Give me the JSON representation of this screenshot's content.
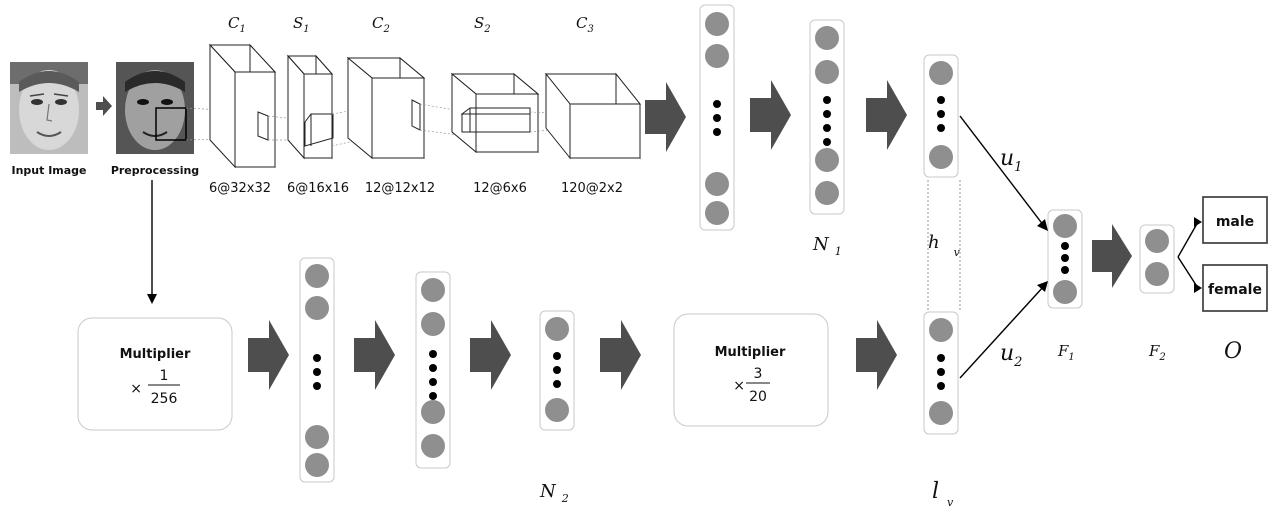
{
  "inputs": {
    "input_label": "Input Image",
    "preprocessing_label": "Preprocessing"
  },
  "layers": [
    {
      "letter": "C",
      "sub": "1",
      "dims": "6@32x32"
    },
    {
      "letter": "S",
      "sub": "1",
      "dims": "6@16x16"
    },
    {
      "letter": "C",
      "sub": "2",
      "dims": "12@12x12"
    },
    {
      "letter": "S",
      "sub": "2",
      "dims": "12@6x6"
    },
    {
      "letter": "C",
      "sub": "3",
      "dims": "120@2x2"
    }
  ],
  "multipliers": [
    {
      "label": "Multiplier",
      "prefix": "×",
      "num": "1",
      "den": "256"
    },
    {
      "label": "Multiplier",
      "prefix": "×",
      "num": "3",
      "den": "20"
    }
  ],
  "symbols": {
    "n1": {
      "base": "N",
      "sub": "1"
    },
    "n2": {
      "base": "N",
      "sub": "2"
    },
    "hv": {
      "base": "h",
      "sub": "v"
    },
    "lv": {
      "base": "l",
      "sub": "v"
    },
    "u1": {
      "base": "u",
      "sub": "1"
    },
    "u2": {
      "base": "u",
      "sub": "2"
    },
    "f1": {
      "base": "F",
      "sub": "1"
    },
    "f2": {
      "base": "F",
      "sub": "2"
    },
    "o": "O"
  },
  "outputs": [
    "male",
    "female"
  ]
}
